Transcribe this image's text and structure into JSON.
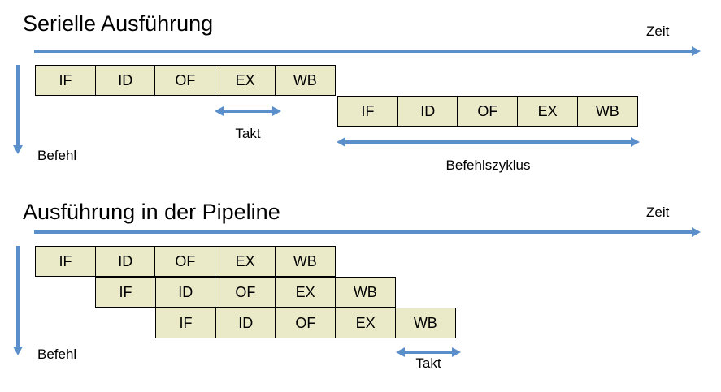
{
  "slide": {
    "background": "#ffffff",
    "box_fill": "#EAEAC9",
    "box_stroke": "#000000",
    "accent_blue": "#5B8FCC"
  },
  "sections": [
    {
      "id": "serial",
      "title": "Serielle Ausführung",
      "time_axis_label": "Zeit",
      "instruction_axis_label": "Befehl",
      "rows": [
        {
          "stages": [
            "IF",
            "ID",
            "OF",
            "EX",
            "WB"
          ]
        },
        {
          "stages": [
            "IF",
            "ID",
            "OF",
            "EX",
            "WB"
          ]
        }
      ],
      "measures": [
        {
          "label": "Takt"
        },
        {
          "label": "Befehlszyklus"
        }
      ]
    },
    {
      "id": "pipeline",
      "title": "Ausführung in der Pipeline",
      "time_axis_label": "Zeit",
      "instruction_axis_label": "Befehl",
      "rows": [
        {
          "stages": [
            "IF",
            "ID",
            "OF",
            "EX",
            "WB"
          ]
        },
        {
          "stages": [
            "IF",
            "ID",
            "OF",
            "EX",
            "WB"
          ]
        },
        {
          "stages": [
            "IF",
            "ID",
            "OF",
            "EX",
            "WB"
          ]
        }
      ],
      "measures": [
        {
          "label": "Takt"
        }
      ]
    }
  ]
}
